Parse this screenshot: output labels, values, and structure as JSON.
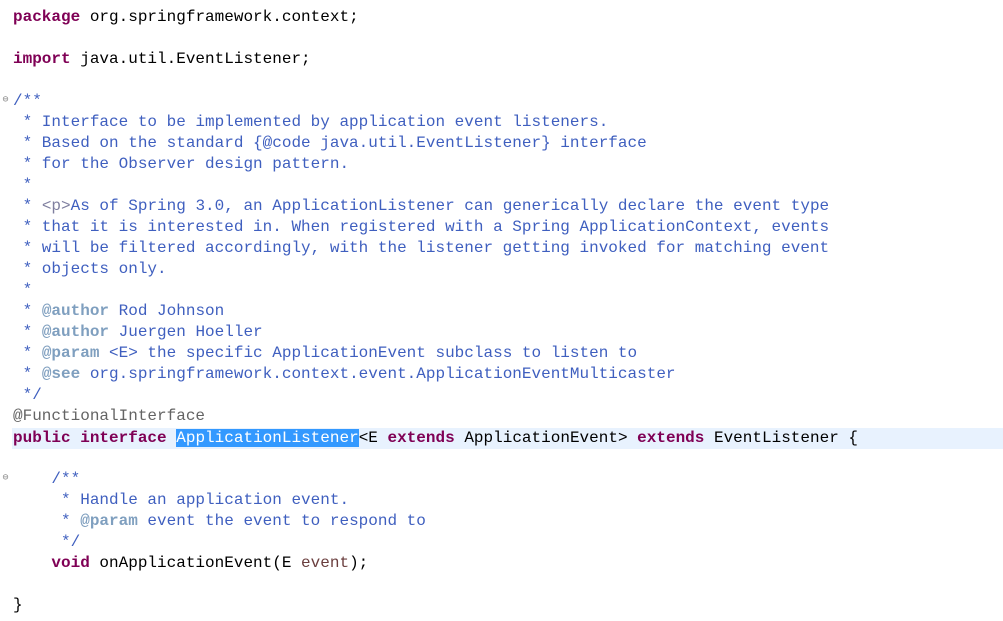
{
  "code": {
    "l1": {
      "kw": "package",
      "rest": " org.springframework.context;"
    },
    "l3": {
      "kw": "import",
      "rest": " java.util.EventListener;"
    },
    "l5": "/**",
    "l6": " * Interface to be implemented by application event listeners.",
    "l7": " * Based on the standard {@code java.util.EventListener} interface",
    "l8": " * for the Observer design pattern.",
    "l9": " *",
    "l10": {
      "pre": " * ",
      "tag": "<p>",
      "rest": "As of Spring 3.0, an ApplicationListener can generically declare the event type"
    },
    "l11": " * that it is interested in. When registered with a Spring ApplicationContext, events",
    "l12": " * will be filtered accordingly, with the listener getting invoked for matching event",
    "l13": " * objects only.",
    "l14": " *",
    "l15": {
      "pre": " * ",
      "tag": "@author",
      "rest": " Rod Johnson"
    },
    "l16": {
      "pre": " * ",
      "tag": "@author",
      "rest": " Juergen Hoeller"
    },
    "l17": {
      "pre": " * ",
      "tag": "@param",
      "rest": " <E> the specific ApplicationEvent subclass to listen to"
    },
    "l18": {
      "pre": " * ",
      "tag": "@see",
      "rest": " org.springframework.context.event.ApplicationEventMulticaster"
    },
    "l19": " */",
    "l20": "@FunctionalInterface",
    "l21": {
      "kw1": "public",
      "sp1": " ",
      "kw2": "interface",
      "sp2": " ",
      "selected": "ApplicationListener",
      "t1": "<E ",
      "kw3": "extends",
      "t2": " ApplicationEvent> ",
      "kw4": "extends",
      "t3": " EventListener {"
    },
    "l23": "    /**",
    "l24": "     * Handle an application event.",
    "l25": {
      "pre": "     * ",
      "tag": "@param",
      "rest": " event the event to respond to"
    },
    "l26": "     */",
    "l27": {
      "indent": "    ",
      "kw": "void",
      "t1": " onApplicationEvent(E ",
      "param": "event",
      "t2": ");"
    },
    "l29": "}"
  },
  "fold_icons": [
    "minus-fold-icon",
    "minus-fold-icon"
  ],
  "colors": {
    "keyword": "#7f0055",
    "javadoc": "#3f5fbf",
    "javadoc_tag": "#7f9fbf",
    "annotation": "#646464",
    "selection": "#3399ff",
    "current_line": "#e8f2fe"
  }
}
